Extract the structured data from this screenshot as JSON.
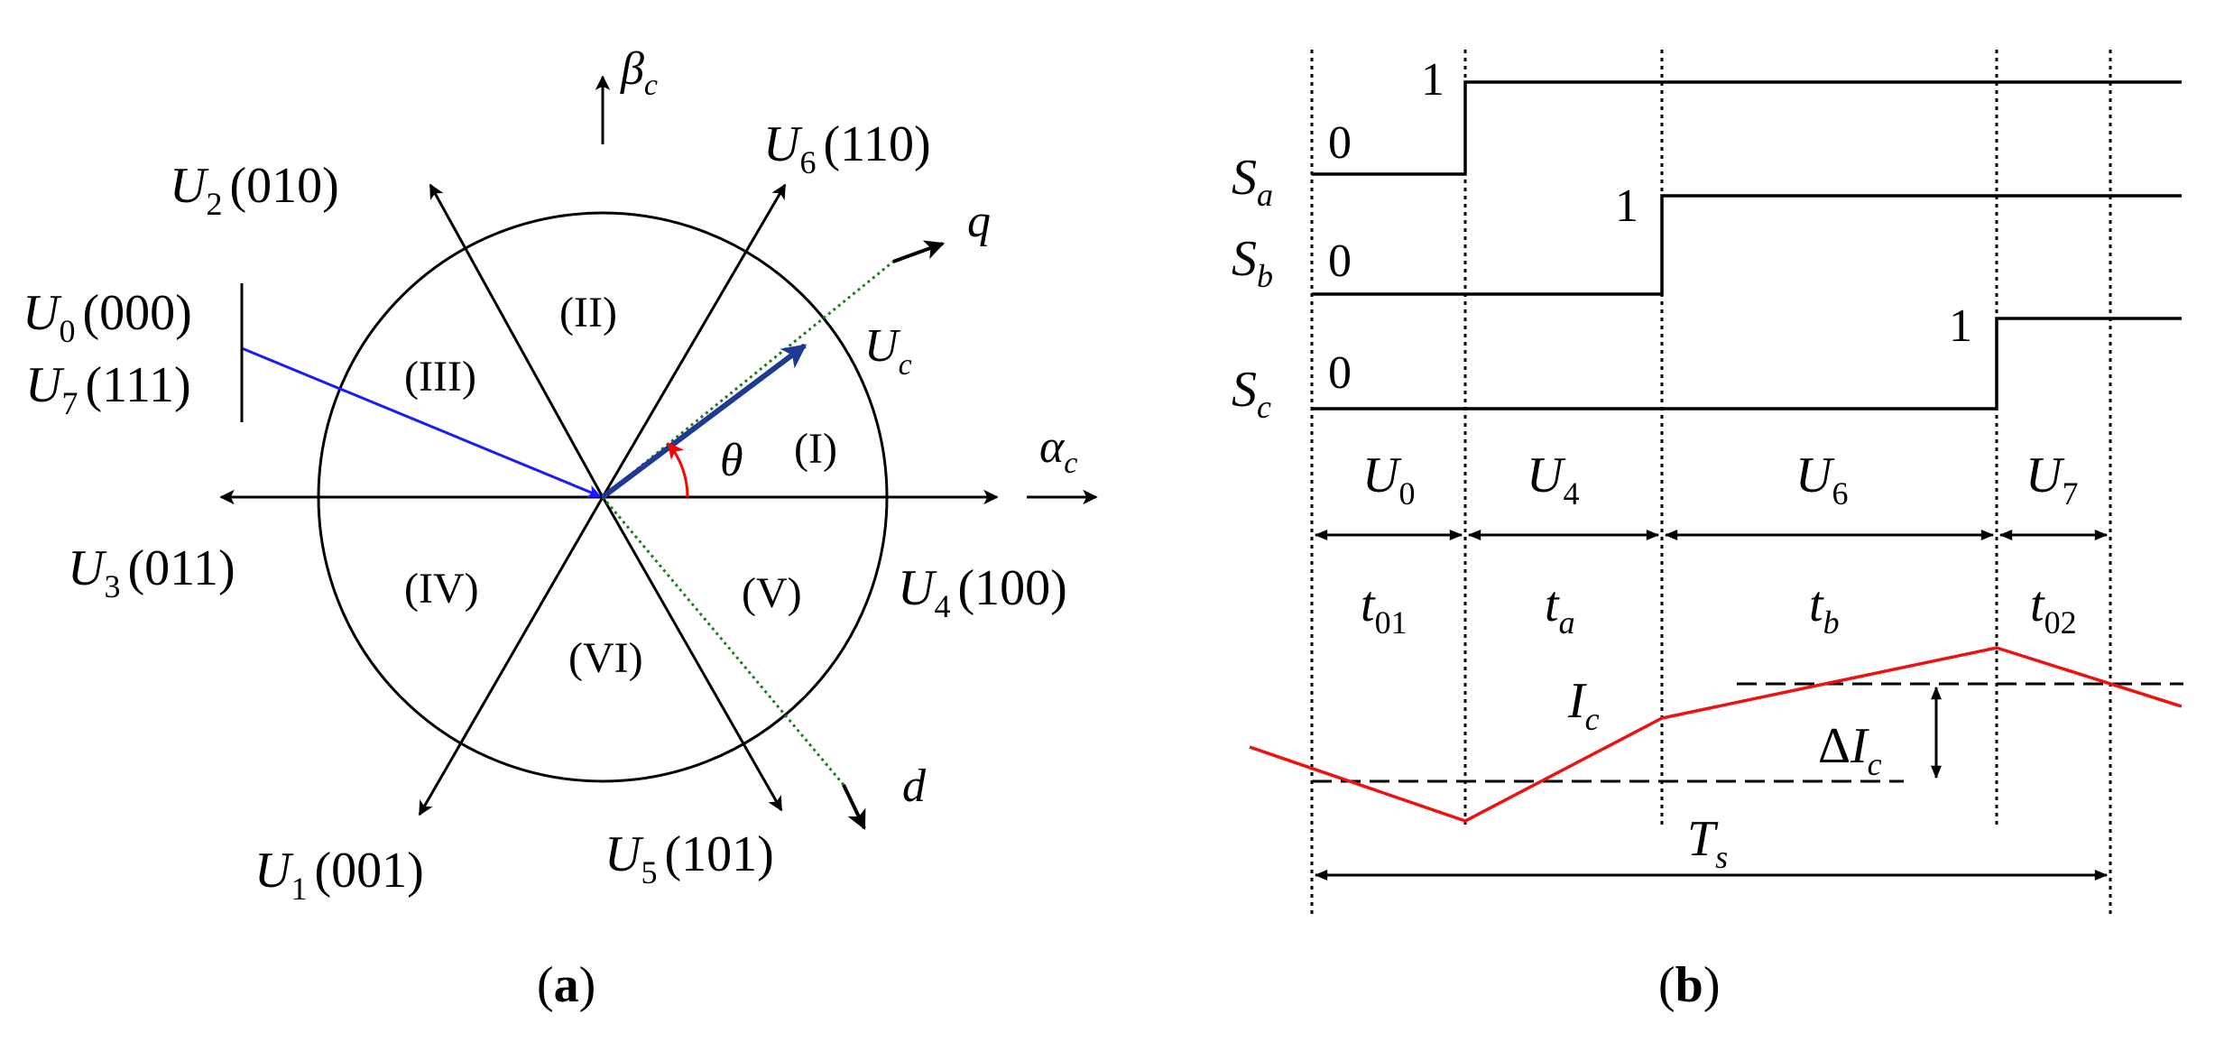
{
  "panel_a": {
    "caption_open": "(",
    "caption_letter": "a",
    "caption_close": ")",
    "axes": {
      "beta": {
        "base": "β",
        "sub": "c"
      },
      "alpha": {
        "base": "α",
        "sub": "c"
      },
      "q": "q",
      "d": "d",
      "theta": "θ",
      "uc": {
        "base": "U",
        "sub": "c"
      }
    },
    "vectors": [
      {
        "id": "u6",
        "base": "U",
        "sub": "6",
        "code": "(110)"
      },
      {
        "id": "u2",
        "base": "U",
        "sub": "2",
        "code": "(010)"
      },
      {
        "id": "u0",
        "base": "U",
        "sub": "0",
        "code": "(000)"
      },
      {
        "id": "u7",
        "base": "U",
        "sub": "7",
        "code": "(111)"
      },
      {
        "id": "u3",
        "base": "U",
        "sub": "3",
        "code": "(011)"
      },
      {
        "id": "u4",
        "base": "U",
        "sub": "4",
        "code": "(100)"
      },
      {
        "id": "u1",
        "base": "U",
        "sub": "1",
        "code": "(001)"
      },
      {
        "id": "u5",
        "base": "U",
        "sub": "5",
        "code": "(101)"
      }
    ],
    "sectors": [
      "(I)",
      "(II)",
      "(III)",
      "(IV)",
      "(V)",
      "(VI)"
    ]
  },
  "panel_b": {
    "caption_open": "(",
    "caption_letter": "b",
    "caption_close": ")",
    "signals": [
      {
        "id": "sa",
        "base": "S",
        "sub": "a",
        "low": "0",
        "high": "1"
      },
      {
        "id": "sb",
        "base": "S",
        "sub": "b",
        "low": "0",
        "high": "1"
      },
      {
        "id": "sc",
        "base": "S",
        "sub": "c",
        "low": "0",
        "high": "1"
      }
    ],
    "states": [
      {
        "base": "U",
        "sub": "0"
      },
      {
        "base": "U",
        "sub": "4"
      },
      {
        "base": "U",
        "sub": "6"
      },
      {
        "base": "U",
        "sub": "7"
      }
    ],
    "times": [
      {
        "base": "t",
        "sub": "01"
      },
      {
        "base": "t",
        "sub": "a"
      },
      {
        "base": "t",
        "sub": "b"
      },
      {
        "base": "t",
        "sub": "02"
      }
    ],
    "current": {
      "base": "I",
      "sub": "c"
    },
    "ripple": {
      "delta": "Δ",
      "base": "I",
      "sub": "c"
    },
    "period": {
      "base": "T",
      "sub": "s"
    }
  },
  "colors": {
    "ink": "#000000",
    "zero_vector": "#1a1aff",
    "reference_vector": "#1f3a93",
    "dq_axes": "#1e7d1e",
    "theta_arc": "#ff0000",
    "current": "#ee1111"
  }
}
